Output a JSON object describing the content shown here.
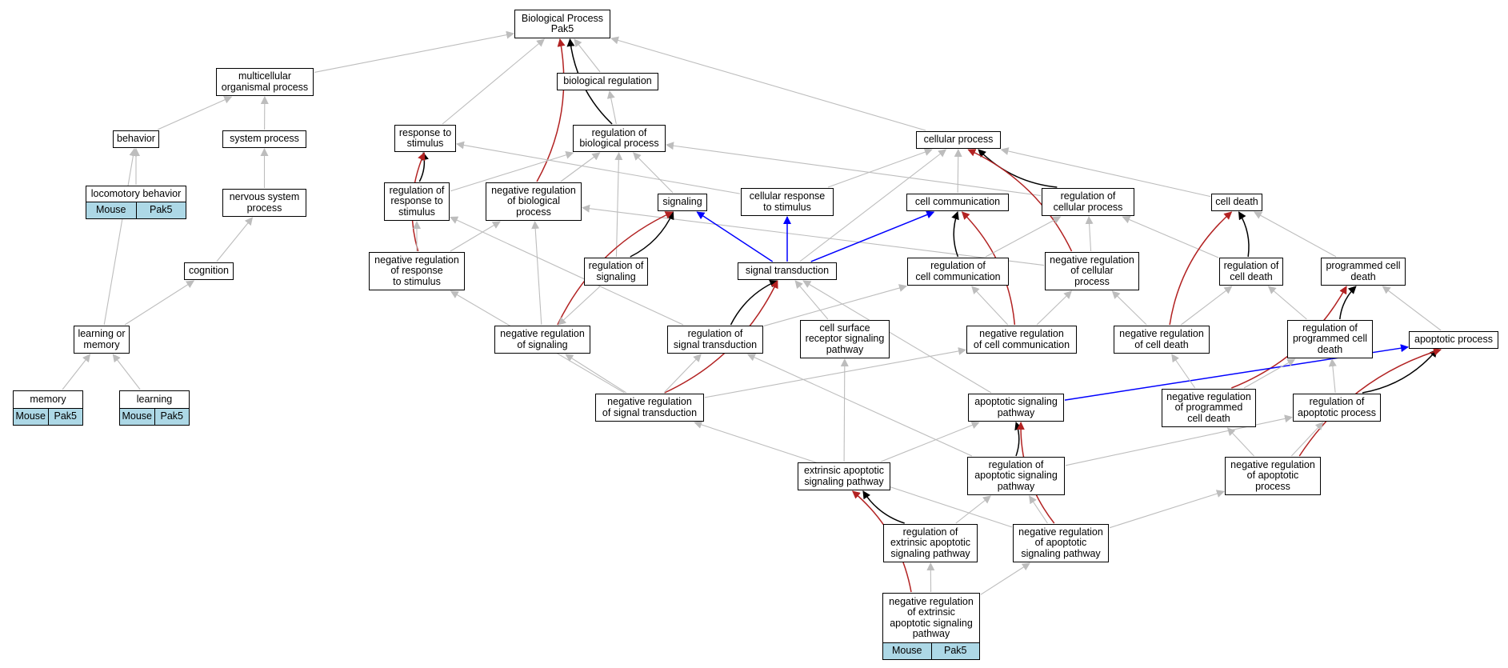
{
  "colors": {
    "is_a": "#bdbdbd",
    "regulates": "#000000",
    "negatively_regulates": "#b22222",
    "part_of": "#0000ff",
    "annotation_fill": "#add8e6"
  },
  "nodes": [
    {
      "id": "bp",
      "label": "Biological Process\nPak5"
    },
    {
      "id": "mop",
      "label": "multicellular\norganismal process"
    },
    {
      "id": "breg",
      "label": "biological regulation"
    },
    {
      "id": "beh",
      "label": "behavior"
    },
    {
      "id": "sysp",
      "label": "system process"
    },
    {
      "id": "rts",
      "label": "response to\nstimulus"
    },
    {
      "id": "rbp",
      "label": "regulation of\nbiological process"
    },
    {
      "id": "cp",
      "label": "cellular process"
    },
    {
      "id": "loco",
      "label": "locomotory behavior",
      "tags": [
        "Mouse",
        "Pak5"
      ]
    },
    {
      "id": "nsp",
      "label": "nervous system\nprocess"
    },
    {
      "id": "rrts",
      "label": "regulation of\nresponse to\nstimulus"
    },
    {
      "id": "nrbp",
      "label": "negative regulation\nof biological\nprocess"
    },
    {
      "id": "sig",
      "label": "signaling"
    },
    {
      "id": "crts",
      "label": "cellular response\nto stimulus"
    },
    {
      "id": "cc",
      "label": "cell communication"
    },
    {
      "id": "rcp",
      "label": "regulation of\ncellular process"
    },
    {
      "id": "cd",
      "label": "cell death"
    },
    {
      "id": "cog",
      "label": "cognition"
    },
    {
      "id": "nrrts",
      "label": "negative regulation\nof response\nto stimulus"
    },
    {
      "id": "rsig",
      "label": "regulation of\nsignaling"
    },
    {
      "id": "st",
      "label": "signal transduction"
    },
    {
      "id": "rcc",
      "label": "regulation of\ncell communication"
    },
    {
      "id": "nrcp",
      "label": "negative regulation\nof cellular\nprocess"
    },
    {
      "id": "rcd",
      "label": "regulation of\ncell death"
    },
    {
      "id": "pcd",
      "label": "programmed cell\ndeath"
    },
    {
      "id": "lom",
      "label": "learning or\nmemory"
    },
    {
      "id": "nrsig",
      "label": "negative regulation\nof signaling"
    },
    {
      "id": "rst",
      "label": "regulation of\nsignal transduction"
    },
    {
      "id": "csrsp",
      "label": "cell surface\nreceptor signaling\npathway"
    },
    {
      "id": "nrcc",
      "label": "negative regulation\nof cell communication"
    },
    {
      "id": "nrcd",
      "label": "negative regulation\nof cell death"
    },
    {
      "id": "rpcd",
      "label": "regulation of\nprogrammed cell\ndeath"
    },
    {
      "id": "ap",
      "label": "apoptotic process"
    },
    {
      "id": "mem",
      "label": "memory",
      "tags": [
        "Mouse",
        "Pak5"
      ]
    },
    {
      "id": "lrn",
      "label": "learning",
      "tags": [
        "Mouse",
        "Pak5"
      ]
    },
    {
      "id": "nrst",
      "label": "negative regulation\nof signal transduction"
    },
    {
      "id": "asp",
      "label": "apoptotic signaling\npathway"
    },
    {
      "id": "nrpcd",
      "label": "negative regulation\nof programmed\ncell death"
    },
    {
      "id": "rap",
      "label": "regulation of\napoptotic process"
    },
    {
      "id": "easp",
      "label": "extrinsic apoptotic\nsignaling pathway"
    },
    {
      "id": "rasp",
      "label": "regulation of\napoptotic signaling\npathway"
    },
    {
      "id": "nrap",
      "label": "negative regulation\nof apoptotic\nprocess"
    },
    {
      "id": "reasp",
      "label": "regulation of\nextrinsic apoptotic\nsignaling pathway"
    },
    {
      "id": "nrasp",
      "label": "negative regulation\nof apoptotic\nsignaling pathway"
    },
    {
      "id": "nreasp",
      "label": "negative regulation\nof extrinsic\napoptotic signaling\npathway",
      "tags": [
        "Mouse",
        "Pak5"
      ]
    }
  ],
  "edges": [
    {
      "from": "mop",
      "to": "bp",
      "type": "is_a"
    },
    {
      "from": "breg",
      "to": "bp",
      "type": "is_a"
    },
    {
      "from": "rts",
      "to": "bp",
      "type": "is_a"
    },
    {
      "from": "cp",
      "to": "bp",
      "type": "is_a"
    },
    {
      "from": "rbp",
      "to": "bp",
      "type": "regulates"
    },
    {
      "from": "nrbp",
      "to": "bp",
      "type": "negatively_regulates"
    },
    {
      "from": "beh",
      "to": "mop",
      "type": "is_a"
    },
    {
      "from": "sysp",
      "to": "mop",
      "type": "is_a"
    },
    {
      "from": "rbp",
      "to": "breg",
      "type": "is_a"
    },
    {
      "from": "loco",
      "to": "beh",
      "type": "is_a"
    },
    {
      "from": "nsp",
      "to": "sysp",
      "type": "is_a"
    },
    {
      "from": "rrts",
      "to": "rts",
      "type": "regulates"
    },
    {
      "from": "nrrts",
      "to": "rts",
      "type": "negatively_regulates"
    },
    {
      "from": "crts",
      "to": "rts",
      "type": "is_a"
    },
    {
      "from": "rrts",
      "to": "rbp",
      "type": "is_a"
    },
    {
      "from": "nrbp",
      "to": "rbp",
      "type": "is_a"
    },
    {
      "from": "sig",
      "to": "rbp",
      "type": "is_a"
    },
    {
      "from": "rsig",
      "to": "rbp",
      "type": "is_a"
    },
    {
      "from": "rcp",
      "to": "rbp",
      "type": "is_a"
    },
    {
      "from": "nrcp",
      "to": "nrbp",
      "type": "is_a"
    },
    {
      "from": "nrrts",
      "to": "nrbp",
      "type": "is_a"
    },
    {
      "from": "nrsig",
      "to": "nrbp",
      "type": "is_a"
    },
    {
      "from": "crts",
      "to": "cp",
      "type": "is_a"
    },
    {
      "from": "cc",
      "to": "cp",
      "type": "is_a"
    },
    {
      "from": "cd",
      "to": "cp",
      "type": "is_a"
    },
    {
      "from": "st",
      "to": "cp",
      "type": "is_a"
    },
    {
      "from": "rcp",
      "to": "cp",
      "type": "regulates"
    },
    {
      "from": "nrcp",
      "to": "cp",
      "type": "negatively_regulates"
    },
    {
      "from": "cog",
      "to": "nsp",
      "type": "is_a"
    },
    {
      "from": "lom",
      "to": "beh",
      "type": "is_a"
    },
    {
      "from": "lom",
      "to": "cog",
      "type": "is_a"
    },
    {
      "from": "nrrts",
      "to": "rrts",
      "type": "is_a"
    },
    {
      "from": "rst",
      "to": "rrts",
      "type": "is_a"
    },
    {
      "from": "rsig",
      "to": "sig",
      "type": "regulates"
    },
    {
      "from": "nrsig",
      "to": "sig",
      "type": "negatively_regulates"
    },
    {
      "from": "st",
      "to": "sig",
      "type": "part_of"
    },
    {
      "from": "st",
      "to": "crts",
      "type": "part_of"
    },
    {
      "from": "st",
      "to": "cc",
      "type": "part_of"
    },
    {
      "from": "rcc",
      "to": "cc",
      "type": "regulates"
    },
    {
      "from": "nrcc",
      "to": "cc",
      "type": "negatively_regulates"
    },
    {
      "from": "rcc",
      "to": "rcp",
      "type": "is_a"
    },
    {
      "from": "nrcp",
      "to": "rcp",
      "type": "is_a"
    },
    {
      "from": "rcd",
      "to": "rcp",
      "type": "is_a"
    },
    {
      "from": "rcd",
      "to": "cd",
      "type": "regulates"
    },
    {
      "from": "nrcd",
      "to": "cd",
      "type": "negatively_regulates"
    },
    {
      "from": "pcd",
      "to": "cd",
      "type": "is_a"
    },
    {
      "from": "rst",
      "to": "st",
      "type": "regulates"
    },
    {
      "from": "nrst",
      "to": "st",
      "type": "negatively_regulates"
    },
    {
      "from": "csrsp",
      "to": "st",
      "type": "is_a"
    },
    {
      "from": "asp",
      "to": "st",
      "type": "is_a"
    },
    {
      "from": "rst",
      "to": "rcc",
      "type": "is_a"
    },
    {
      "from": "nrcc",
      "to": "rcc",
      "type": "is_a"
    },
    {
      "from": "nrcc",
      "to": "nrcp",
      "type": "is_a"
    },
    {
      "from": "nrcd",
      "to": "nrcp",
      "type": "is_a"
    },
    {
      "from": "nrcd",
      "to": "rcd",
      "type": "is_a"
    },
    {
      "from": "rpcd",
      "to": "rcd",
      "type": "is_a"
    },
    {
      "from": "rpcd",
      "to": "pcd",
      "type": "regulates"
    },
    {
      "from": "nrpcd",
      "to": "pcd",
      "type": "negatively_regulates"
    },
    {
      "from": "ap",
      "to": "pcd",
      "type": "is_a"
    },
    {
      "from": "mem",
      "to": "lom",
      "type": "is_a"
    },
    {
      "from": "lrn",
      "to": "lom",
      "type": "is_a"
    },
    {
      "from": "nrst",
      "to": "nrrts",
      "type": "is_a"
    },
    {
      "from": "nrst",
      "to": "nrsig",
      "type": "is_a"
    },
    {
      "from": "nrst",
      "to": "rst",
      "type": "is_a"
    },
    {
      "from": "nrst",
      "to": "nrcc",
      "type": "is_a"
    },
    {
      "from": "rasp",
      "to": "rst",
      "type": "is_a"
    },
    {
      "from": "rsig",
      "to": "nrsig",
      "type": "is_a"
    },
    {
      "from": "easp",
      "to": "csrsp",
      "type": "is_a"
    },
    {
      "from": "asp",
      "to": "ap",
      "type": "part_of"
    },
    {
      "from": "rap",
      "to": "ap",
      "type": "regulates"
    },
    {
      "from": "nrap",
      "to": "ap",
      "type": "negatively_regulates"
    },
    {
      "from": "nrpcd",
      "to": "nrcd",
      "type": "is_a"
    },
    {
      "from": "nrpcd",
      "to": "rpcd",
      "type": "is_a"
    },
    {
      "from": "rap",
      "to": "rpcd",
      "type": "is_a"
    },
    {
      "from": "easp",
      "to": "asp",
      "type": "is_a"
    },
    {
      "from": "rasp",
      "to": "asp",
      "type": "regulates"
    },
    {
      "from": "nrasp",
      "to": "asp",
      "type": "negatively_regulates"
    },
    {
      "from": "nrap",
      "to": "nrpcd",
      "type": "is_a"
    },
    {
      "from": "nrap",
      "to": "rap",
      "type": "is_a"
    },
    {
      "from": "rasp",
      "to": "rap",
      "type": "is_a"
    },
    {
      "from": "reasp",
      "to": "easp",
      "type": "regulates"
    },
    {
      "from": "nreasp",
      "to": "easp",
      "type": "negatively_regulates"
    },
    {
      "from": "reasp",
      "to": "rasp",
      "type": "is_a"
    },
    {
      "from": "nrasp",
      "to": "rasp",
      "type": "is_a"
    },
    {
      "from": "nrasp",
      "to": "nrst",
      "type": "is_a"
    },
    {
      "from": "nrasp",
      "to": "nrap",
      "type": "is_a"
    },
    {
      "from": "nreasp",
      "to": "reasp",
      "type": "is_a"
    },
    {
      "from": "nreasp",
      "to": "nrasp",
      "type": "is_a"
    }
  ]
}
